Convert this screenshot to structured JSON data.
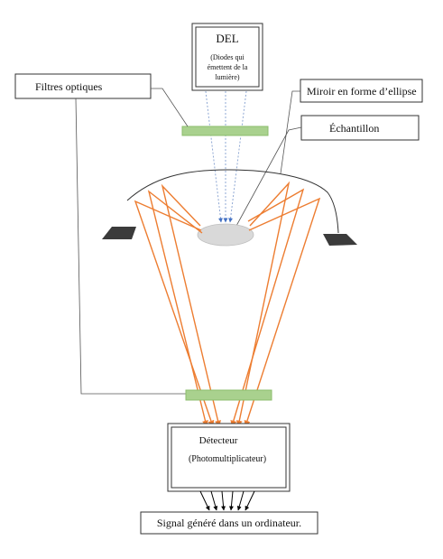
{
  "source": {
    "title": "DEL",
    "subtitle_lines": [
      "(Diodes qui",
      "émettent de la",
      "lumière)"
    ]
  },
  "callouts": {
    "filters": "Filtres optiques",
    "mirror": "Miroir en forme d’ellipse",
    "sample": "Échantillon"
  },
  "detector": {
    "title": "Détecteur",
    "subtitle": "(Photomultiplicateur)"
  },
  "output": {
    "label": "Signal généré dans un ordinateur."
  },
  "colors": {
    "filter": "#a9d18e",
    "filter_border": "#8cbd6c",
    "rays": "#ed7d31",
    "led_beam": "#8fa8d4",
    "arrow_head": "#4472c4",
    "sample": "#d9d9d9",
    "detector_block": "#3b3b3b",
    "stroke": "#333333"
  }
}
